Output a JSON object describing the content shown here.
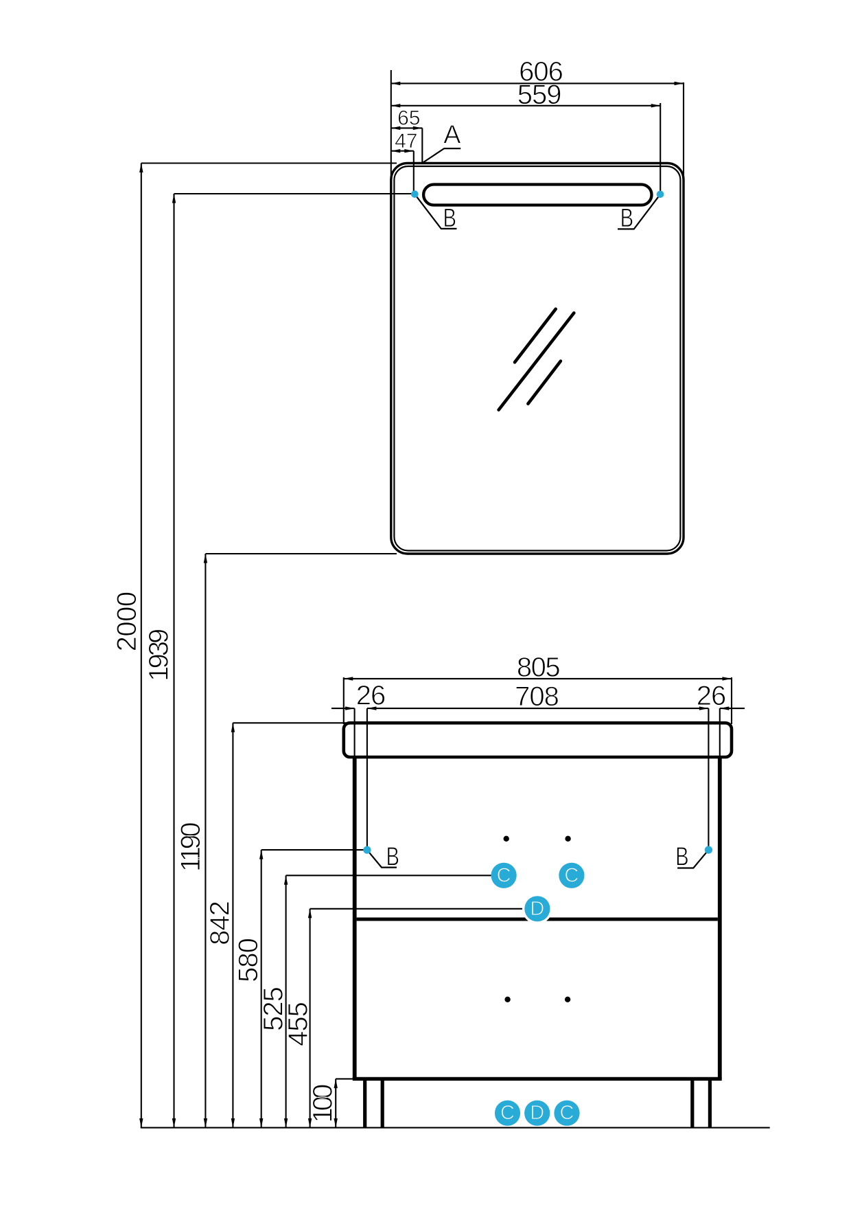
{
  "mirror": {
    "width": "606",
    "mount_span": "559",
    "light_offset": "65",
    "mount_offset": "47",
    "callout_top_edge": "A",
    "callout_mount_left": "B",
    "callout_mount_right": "B"
  },
  "heights": {
    "total": "2000",
    "mirror_mounts": "1939",
    "mirror_bottom": "1190",
    "countertop": "842",
    "cabinet_mounts": "580",
    "handles": "525",
    "drawer_split": "455",
    "legs": "100"
  },
  "cabinet": {
    "width": "805",
    "offset_left": "26",
    "mount_span": "708",
    "offset_right": "26",
    "callout_mount_left": "B",
    "callout_mount_right": "B",
    "callout_handle_left": "C",
    "callout_handle_right": "C",
    "callout_divider": "D",
    "floor_callout_left": "C",
    "floor_callout_mid": "D",
    "floor_callout_right": "C"
  },
  "colors": {
    "accent": "#29abd8",
    "line": "#000000"
  }
}
